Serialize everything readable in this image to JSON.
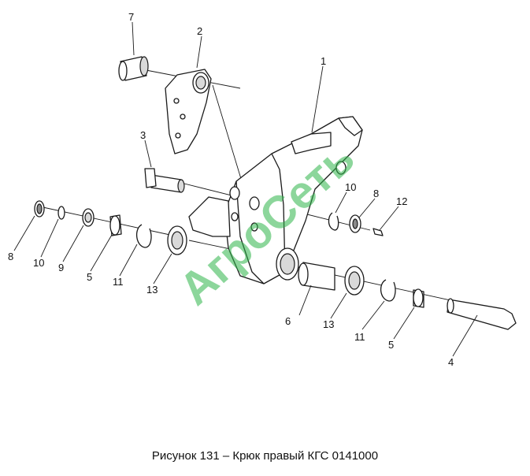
{
  "caption": "Рисунок 131 – Крюк правый КГС 0141000",
  "watermark": "АгроСеть",
  "callouts": {
    "c1": "1",
    "c2": "2",
    "c3": "3",
    "c4": "4",
    "c5a": "5",
    "c5b": "5",
    "c6": "6",
    "c7": "7",
    "c8a": "8",
    "c8b": "8",
    "c9": "9",
    "c10a": "10",
    "c10b": "10",
    "c11a": "11",
    "c11b": "11",
    "c12": "12",
    "c13a": "13",
    "c13b": "13"
  }
}
